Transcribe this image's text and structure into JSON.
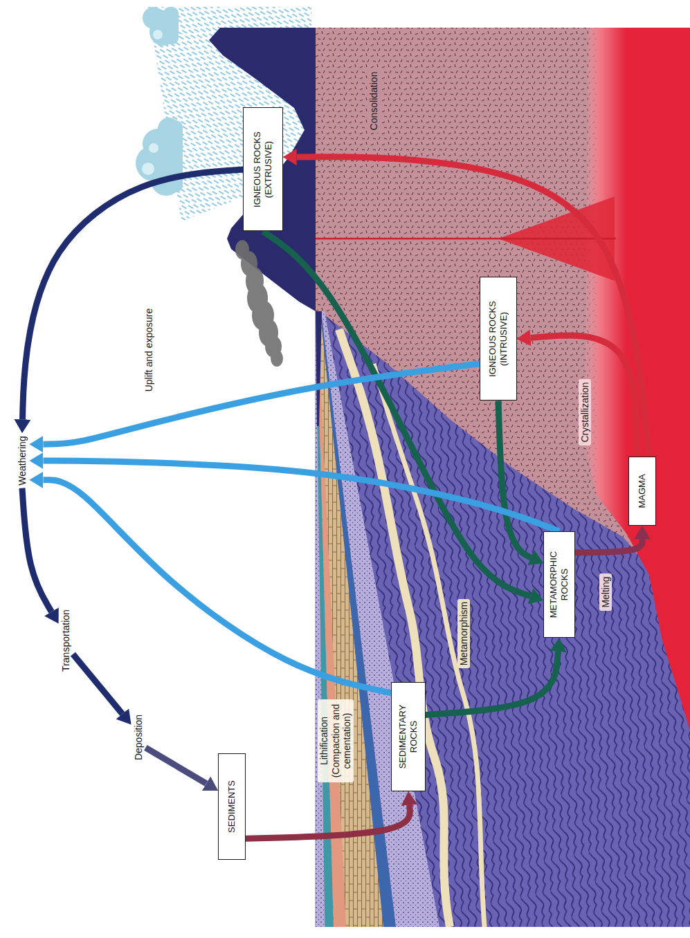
{
  "diagram": {
    "nodes": [
      {
        "text": [
          "Weathering"
        ]
      },
      {
        "text": [
          "Transportation"
        ]
      },
      {
        "text": [
          "Deposition"
        ]
      },
      {
        "text": [
          "SEDIMENTS"
        ]
      },
      {
        "text": [
          "IGNEOUS ROCKS (EXTRUSIVE)"
        ]
      },
      {
        "text": [
          "SEDIMENTARY ROCKS"
        ]
      },
      {
        "text": [
          "IGNEOUS ROCKS (INTRUSIVE)"
        ]
      },
      {
        "text": [
          "METAMORPHIC ROCKS"
        ]
      },
      {
        "text": [
          "MAGMA"
        ]
      }
    ],
    "edges": [
      {
        "from": 4,
        "to": 0,
        "arrow": "to"
      },
      {
        "from": 0,
        "to": 1,
        "arrow": "to"
      },
      {
        "from": 1,
        "to": 2,
        "arrow": "to"
      },
      {
        "from": 2,
        "to": 3,
        "arrow": "to"
      },
      {
        "from": 3,
        "to": 5,
        "label": "Lithification (Compaction and cementation)",
        "arrow": "to"
      },
      {
        "from": 5,
        "to": 7,
        "label": "Metamorphism",
        "arrow": "to"
      },
      {
        "from": 4,
        "to": 7,
        "arrow": "to"
      },
      {
        "from": 6,
        "to": 7,
        "arrow": "to"
      },
      {
        "from": 5,
        "to": 0,
        "arrow": "to"
      },
      {
        "from": 7,
        "to": 0,
        "arrow": "to"
      },
      {
        "from": 6,
        "to": 0,
        "arrow": "to"
      },
      {
        "from": 7,
        "to": 8,
        "label": "Melting",
        "arrow": "to"
      },
      {
        "from": 8,
        "to": 6,
        "label": "Crystallization",
        "arrow": "to"
      },
      {
        "from": 8,
        "to": 4,
        "label": "Consolidation",
        "arrow": "to"
      }
    ],
    "labels": [
      "Uplift and exposure"
    ]
  }
}
